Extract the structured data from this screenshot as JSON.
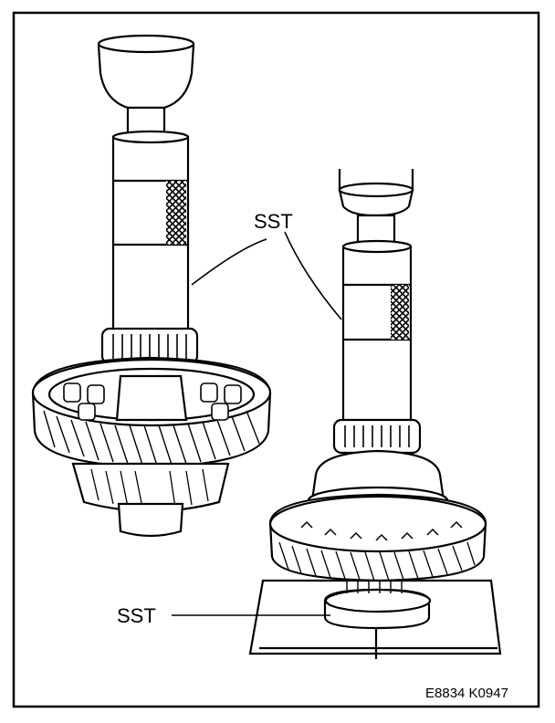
{
  "figure": {
    "callouts": {
      "sst_upper": "SST",
      "sst_lower": "SST"
    },
    "figure_code": "E8834 K0947"
  },
  "colors": {
    "ink": "#000000",
    "paper": "#ffffff"
  }
}
